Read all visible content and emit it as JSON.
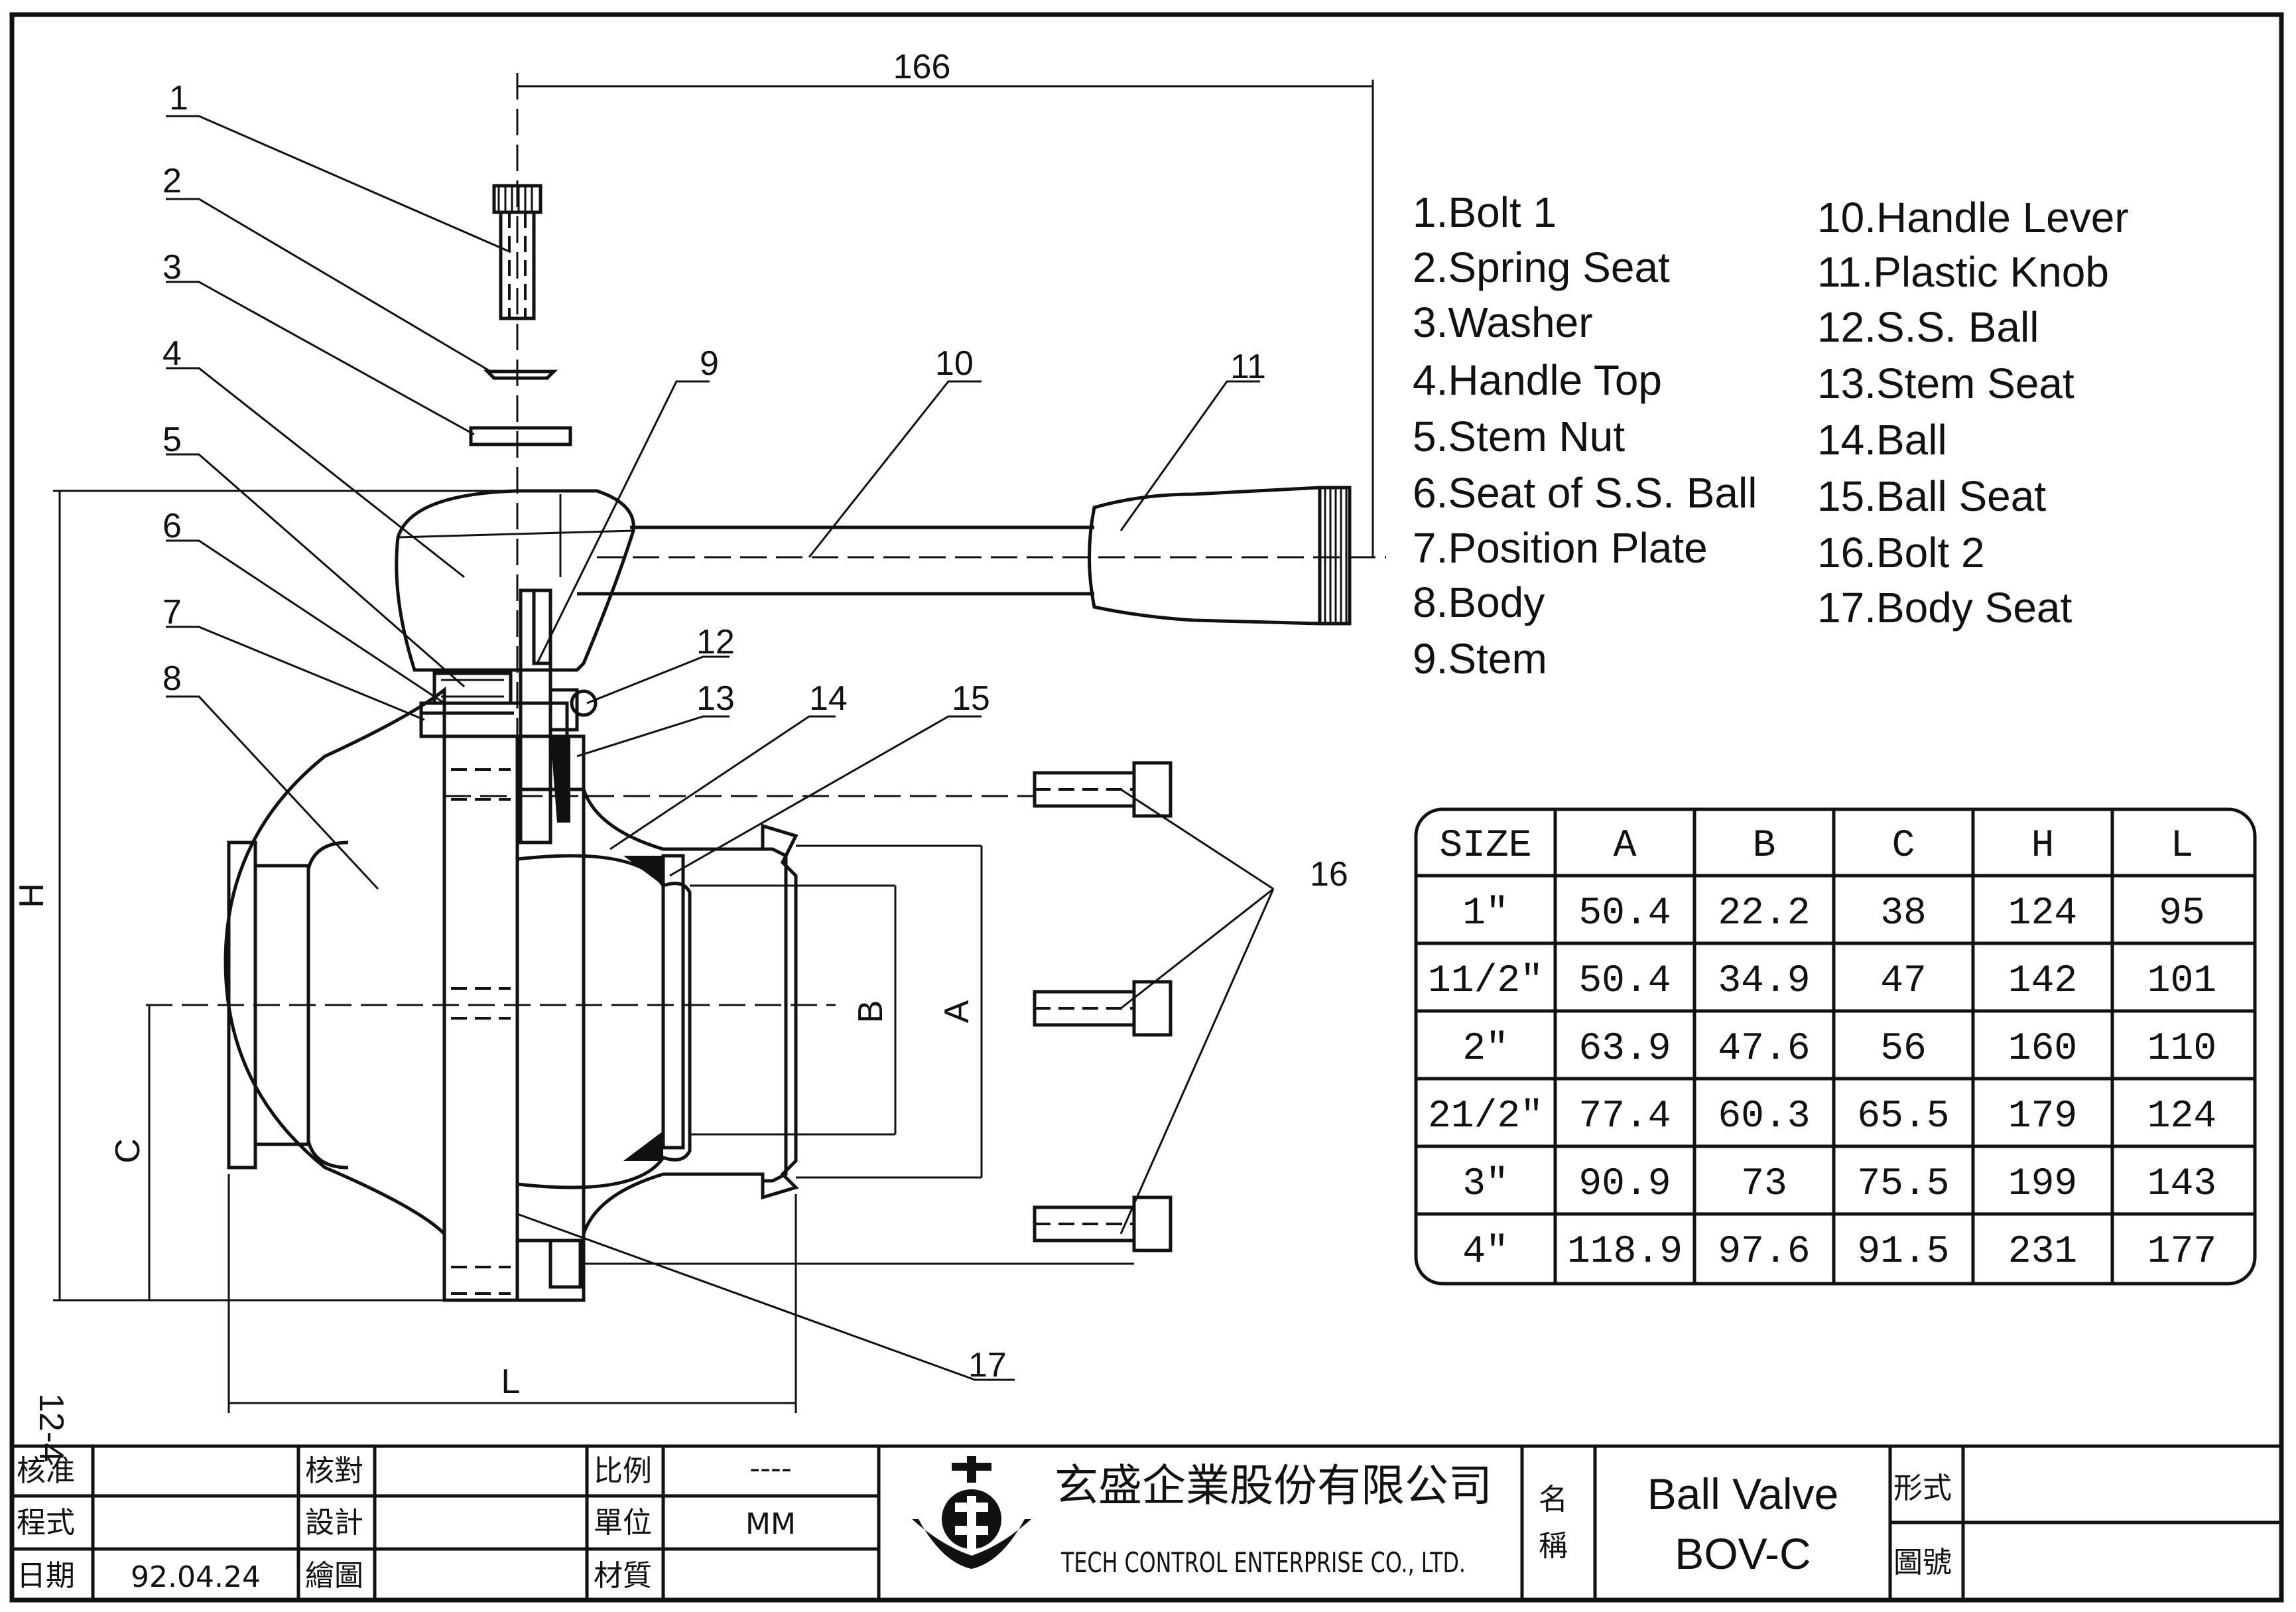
{
  "drawing": {
    "dimensions": {
      "width_166": "166",
      "H": "H",
      "C": "C",
      "L": "L",
      "A": "A",
      "B": "B"
    },
    "callouts": [
      "1",
      "2",
      "3",
      "4",
      "5",
      "6",
      "7",
      "8",
      "9",
      "10",
      "11",
      "12",
      "13",
      "14",
      "15",
      "16",
      "17"
    ],
    "page_code": "12-4"
  },
  "parts": {
    "left": [
      "1.Bolt 1",
      "2.Spring Seat",
      "3.Washer",
      "4.Handle Top",
      "5.Stem Nut",
      "6.Seat of S.S. Ball",
      "7.Position Plate",
      "8.Body",
      "9.Stem"
    ],
    "right": [
      "10.Handle Lever",
      "11.Plastic Knob",
      "12.S.S. Ball",
      "13.Stem Seat",
      "14.Ball",
      "15.Ball Seat",
      "16.Bolt 2",
      "17.Body Seat"
    ]
  },
  "size_table": {
    "headers": [
      "SIZE",
      "A",
      "B",
      "C",
      "H",
      "L"
    ],
    "rows": [
      [
        "1″",
        "50.4",
        "22.2",
        "38",
        "124",
        "95"
      ],
      [
        "11/2″",
        "50.4",
        "34.9",
        "47",
        "142",
        "101"
      ],
      [
        "2″",
        "63.9",
        "47.6",
        "56",
        "160",
        "110"
      ],
      [
        "21/2″",
        "77.4",
        "60.3",
        "65.5",
        "179",
        "124"
      ],
      [
        "3″",
        "90.9",
        "73",
        "75.5",
        "199",
        "143"
      ],
      [
        "4″",
        "118.9",
        "97.6",
        "91.5",
        "231",
        "177"
      ]
    ]
  },
  "title_block": {
    "approve_label": "核准",
    "check_label": "核對",
    "scale_label": "比例",
    "scale_value": "----",
    "program_label": "程式",
    "design_label": "設計",
    "unit_label": "單位",
    "unit_value": "MM",
    "date_label": "日期",
    "date_value": "92.04.24",
    "drawn_label": "繪圖",
    "material_label": "材質",
    "company_cn": "玄盛企業股份有限公司",
    "company_en": "TECH CONTROL ENTERPRISE CO., LTD.",
    "name_label_1": "名",
    "name_label_2": "稱",
    "product_name": "Ball Valve",
    "product_model": "BOV-C",
    "type_label": "形式",
    "drawing_no_label": "圖號"
  },
  "colors": {
    "ink": "#111111",
    "paper": "#ffffff"
  }
}
